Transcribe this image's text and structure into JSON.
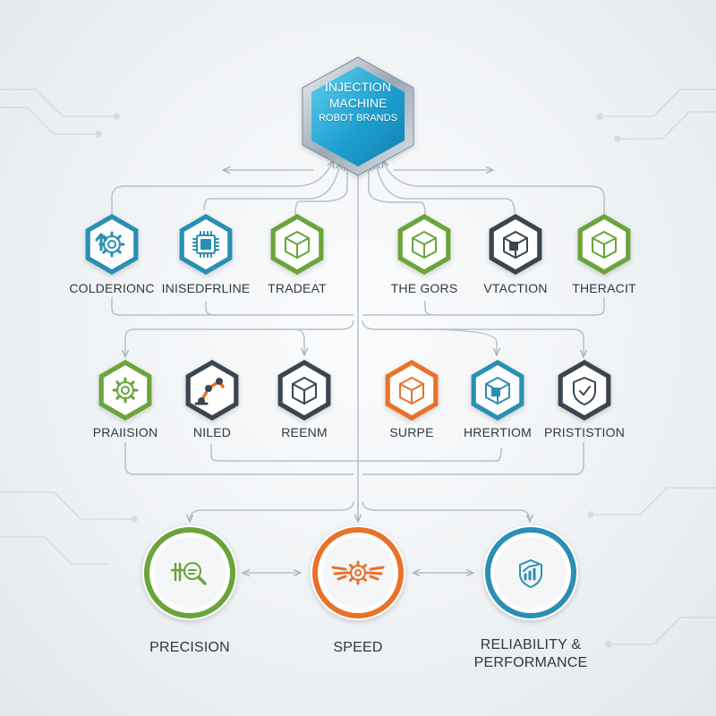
{
  "root": {
    "title_line1": "INJECTION",
    "title_line2": "MACHINE",
    "title_line3": "ROBOT BRANDS"
  },
  "row1": [
    {
      "label": "COLDERIONC",
      "icon": "gear-arrow-icon",
      "color": "#2b8fb4"
    },
    {
      "label": "INISEDFRLINE",
      "icon": "chip-icon",
      "color": "#2b8fb4"
    },
    {
      "label": "TRADEAT",
      "icon": "cube-icon",
      "color": "#6aa43a"
    },
    {
      "label": "THE GORS",
      "icon": "cube-icon",
      "color": "#6aa43a"
    },
    {
      "label": "VTACTION",
      "icon": "box-icon",
      "color": "#3b4550"
    },
    {
      "label": "THERACIT",
      "icon": "cube-icon",
      "color": "#6aa43a"
    }
  ],
  "row2": [
    {
      "label": "PRAIISION",
      "icon": "gear-icon",
      "color": "#6aa43a"
    },
    {
      "label": "NILED",
      "icon": "robot-arm-icon",
      "color": "#3b4550"
    },
    {
      "label": "REENM",
      "icon": "cube-icon",
      "color": "#3b4550"
    },
    {
      "label": "SURPE",
      "icon": "cube-icon",
      "color": "#e8722a"
    },
    {
      "label": "HRERTIOM",
      "icon": "box-icon",
      "color": "#2b8fb4"
    },
    {
      "label": "PRISTISTION",
      "icon": "shield-icon",
      "color": "#3b4550"
    }
  ],
  "outcomes": [
    {
      "line1": "PRECISION",
      "line2": "",
      "icon": "magnifier-icon",
      "color": "#6aa43a"
    },
    {
      "line1": "SPEED",
      "line2": "",
      "icon": "winged-gear-icon",
      "color": "#e8722a"
    },
    {
      "line1": "RELIABILITY &",
      "line2": "PERFORMANCE",
      "icon": "shield-chart-icon",
      "color": "#2b8fb4"
    }
  ]
}
